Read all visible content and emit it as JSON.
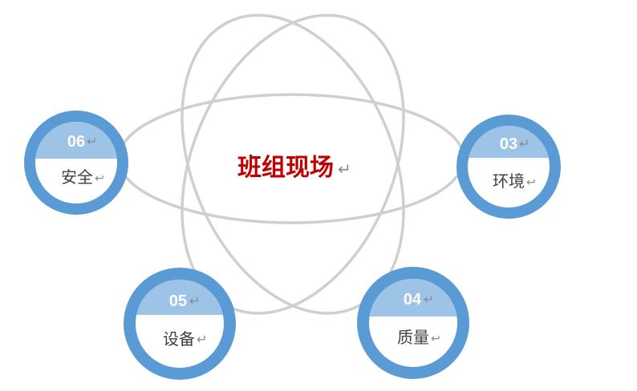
{
  "center": {
    "title": "班组现场",
    "mark": "↵"
  },
  "nodes": [
    {
      "id": "n06",
      "number": "06",
      "number_mark": "↵",
      "label": "安全",
      "label_mark": "↩"
    },
    {
      "id": "n03",
      "number": "03",
      "number_mark": "↵",
      "label": "环境",
      "label_mark": "↩"
    },
    {
      "id": "n05",
      "number": "05",
      "number_mark": "↵",
      "label": "设备",
      "label_mark": "↵"
    },
    {
      "id": "n04",
      "number": "04",
      "number_mark": "↵",
      "label": "质量",
      "label_mark": "↩"
    }
  ],
  "colors": {
    "ring": "#5b9bd5",
    "cap": "#9dc3e6",
    "orbit": "#cfcfcf",
    "title": "#c00000",
    "label": "#404040"
  }
}
